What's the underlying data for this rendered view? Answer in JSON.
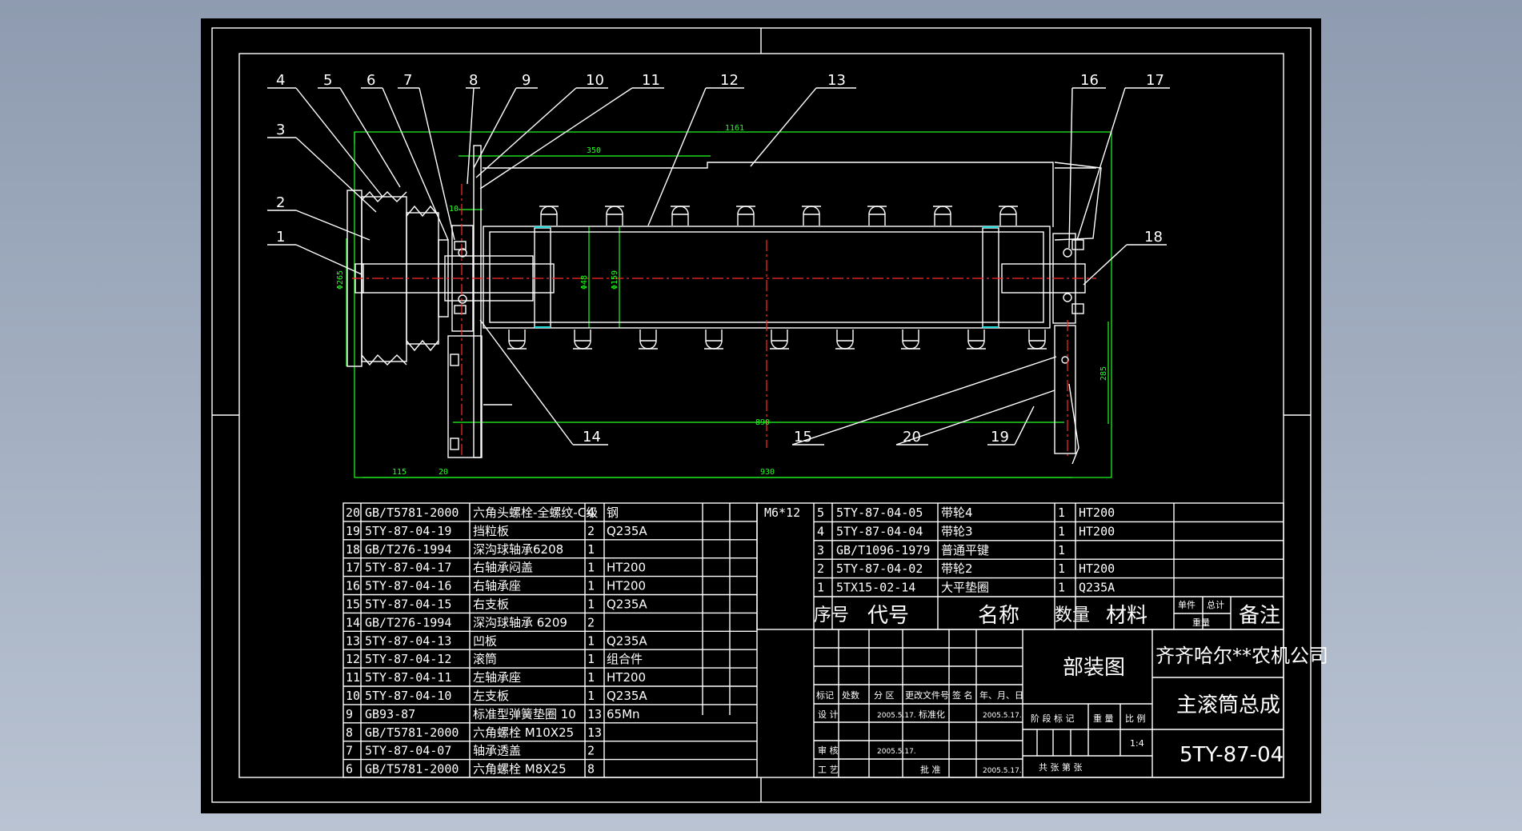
{
  "drawing": {
    "part_labels": [
      "1",
      "2",
      "3",
      "4",
      "5",
      "6",
      "7",
      "8",
      "9",
      "10",
      "11",
      "12",
      "13",
      "14",
      "15",
      "16",
      "17",
      "18",
      "19",
      "20"
    ],
    "dimensions": {
      "d1161": "1161",
      "d350": "350",
      "d10": "10",
      "d115": "115",
      "d20": "20",
      "d930": "930",
      "d890": "890",
      "d285": "285",
      "phi265": "Φ265",
      "phi48": "Φ48",
      "phi159": "Φ159"
    }
  },
  "bom_left": [
    {
      "no": "20",
      "code": "GB/T5781-2000",
      "name": "六角头螺栓-全螺纹-C级",
      "qty": "4",
      "mat": "钢",
      "note": "M6*12"
    },
    {
      "no": "19",
      "code": "5TY-87-04-19",
      "name": "挡粒板",
      "qty": "2",
      "mat": "Q235A",
      "note": ""
    },
    {
      "no": "18",
      "code": "GB/T276-1994",
      "name": "深沟球轴承6208",
      "qty": "1",
      "mat": "",
      "note": ""
    },
    {
      "no": "17",
      "code": "5TY-87-04-17",
      "name": "右轴承闷盖",
      "qty": "1",
      "mat": "HT200",
      "note": ""
    },
    {
      "no": "16",
      "code": "5TY-87-04-16",
      "name": "右轴承座",
      "qty": "1",
      "mat": "HT200",
      "note": ""
    },
    {
      "no": "15",
      "code": "5TY-87-04-15",
      "name": "右支板",
      "qty": "1",
      "mat": "Q235A",
      "note": ""
    },
    {
      "no": "14",
      "code": "GB/T276-1994",
      "name": "深沟球轴承 6209",
      "qty": "2",
      "mat": "",
      "note": ""
    },
    {
      "no": "13",
      "code": "5TY-87-04-13",
      "name": "凹板",
      "qty": "1",
      "mat": "Q235A",
      "note": ""
    },
    {
      "no": "12",
      "code": "5TY-87-04-12",
      "name": "滚筒",
      "qty": "1",
      "mat": "组合件",
      "note": ""
    },
    {
      "no": "11",
      "code": "5TY-87-04-11",
      "name": "左轴承座",
      "qty": "1",
      "mat": "HT200",
      "note": ""
    },
    {
      "no": "10",
      "code": "5TY-87-04-10",
      "name": "左支板",
      "qty": "1",
      "mat": "Q235A",
      "note": ""
    },
    {
      "no": "9",
      "code": "GB93-87",
      "name": "标准型弹簧垫圈 10",
      "qty": "13",
      "mat": "65Mn",
      "note": ""
    },
    {
      "no": "8",
      "code": "GB/T5781-2000",
      "name": "六角螺栓 M10X25",
      "qty": "13",
      "mat": "",
      "note": ""
    },
    {
      "no": "7",
      "code": "5TY-87-04-07",
      "name": "轴承透盖",
      "qty": "2",
      "mat": "",
      "note": ""
    },
    {
      "no": "6",
      "code": "GB/T5781-2000",
      "name": "六角螺栓 M8X25",
      "qty": "8",
      "mat": "",
      "note": ""
    }
  ],
  "bom_right": [
    {
      "no": "5",
      "code": "5TY-87-04-05",
      "name": "带轮4",
      "qty": "1",
      "mat": "HT200"
    },
    {
      "no": "4",
      "code": "5TY-87-04-04",
      "name": "带轮3",
      "qty": "1",
      "mat": "HT200"
    },
    {
      "no": "3",
      "code": "GB/T1096-1979",
      "name": "普通平键",
      "qty": "1",
      "mat": ""
    },
    {
      "no": "2",
      "code": "5TY-87-04-02",
      "name": "带轮2",
      "qty": "1",
      "mat": "HT200"
    },
    {
      "no": "1",
      "code": "5TX15-02-14",
      "name": "大平垫圈",
      "qty": "1",
      "mat": "Q235A"
    }
  ],
  "bom_header": {
    "seq": "序号",
    "code": "代号",
    "name": "名称",
    "qty": "数量",
    "mat": "材料",
    "unit": "单件",
    "total": "总计",
    "weight": "重量",
    "note": "备注"
  },
  "title_block": {
    "drawing_type": "部装图",
    "company": "齐齐哈尔**农机公司",
    "title": "主滚筒总成",
    "drawing_no": "5TY-87-04",
    "scale": "1:4",
    "row_heads": [
      "标记",
      "处数",
      "分 区",
      "更改文件号",
      "签 名",
      "年、月、日"
    ],
    "design": "设 计",
    "design_date": "2005.5.17.",
    "standard": "标准化",
    "standard_date": "2005.5.17.",
    "review": "审 核",
    "review_date": "2005.5.17.",
    "process": "工 艺",
    "approve": "批 准",
    "approve_date": "2005.5.17.",
    "stage": "阶 段 标 记",
    "weight": "重 量",
    "ratio": "比 例",
    "sheets": "共    张  第    张"
  },
  "colors": {
    "outline": "#ffffff",
    "dimension": "#22ff22",
    "centerline": "#ff2a2a",
    "cyan": "#22dddd",
    "sheet": "#000000"
  }
}
